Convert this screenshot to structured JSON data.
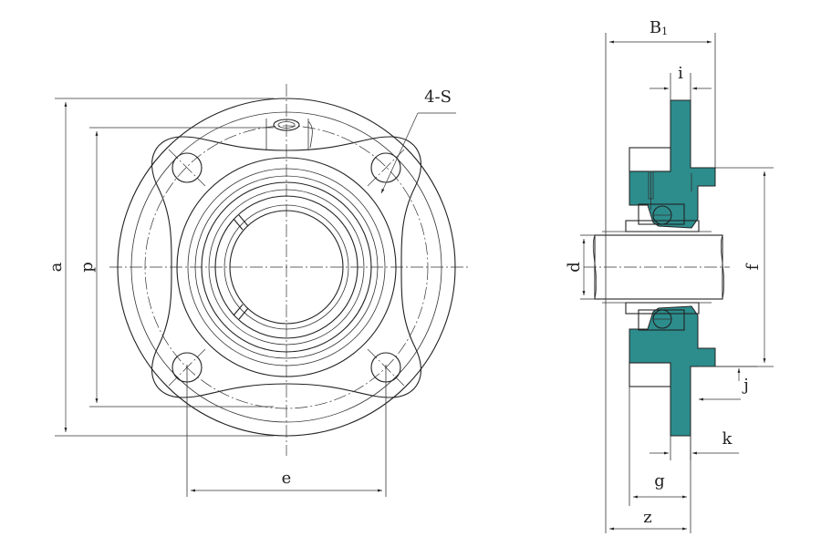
{
  "labels": {
    "a": "a",
    "p": "p",
    "e": "e",
    "s": "4-S",
    "b1": "B",
    "b1_sub": "1",
    "i": "i",
    "d": "d",
    "f": "f",
    "j": "j",
    "k": "k",
    "g": "g",
    "z": "z"
  },
  "colors": {
    "housing": "#2d8c8c",
    "line": "#222222"
  }
}
